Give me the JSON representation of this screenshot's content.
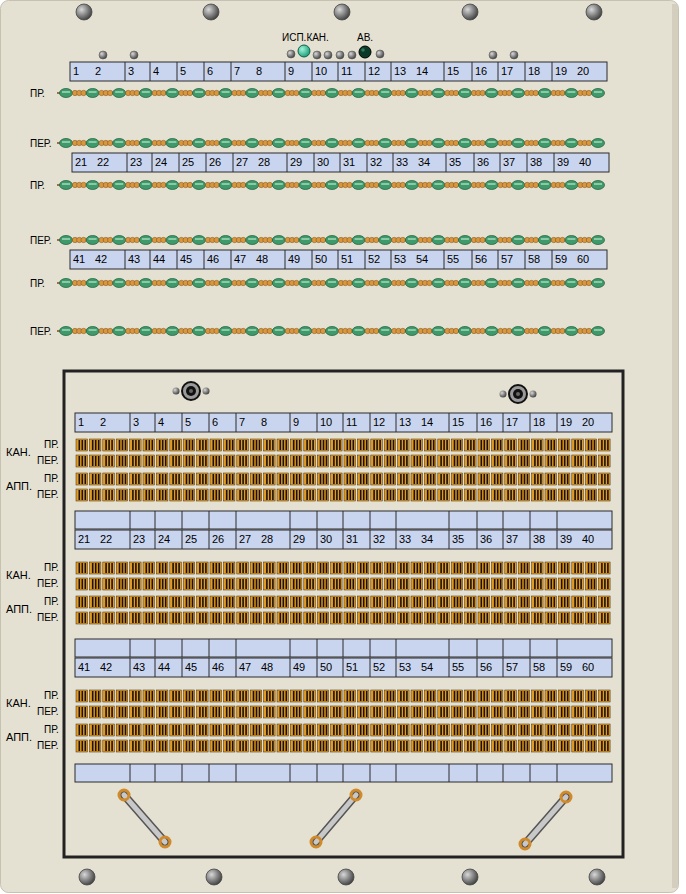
{
  "diagram": {
    "labels": [
      "ИСП.КАН.",
      "АВ.",
      "1",
      "2",
      "3",
      "4",
      "5",
      "6",
      "7",
      "8",
      "9",
      "10",
      "11",
      "12",
      "13",
      "14",
      "15",
      "16",
      "17",
      "18",
      "19",
      "20",
      "ПР.",
      "ПЕР.",
      "21",
      "22",
      "23",
      "24",
      "25",
      "26",
      "27",
      "28",
      "29",
      "30",
      "31",
      "32",
      "33",
      "34",
      "35",
      "36",
      "37",
      "38",
      "39",
      "40",
      "ПР.",
      "ПЕР.",
      "41",
      "42",
      "43",
      "44",
      "45",
      "46",
      "47",
      "48",
      "49",
      "50",
      "51",
      "52",
      "53",
      "54",
      "55",
      "56",
      "57",
      "58",
      "59",
      "60",
      "ПР.",
      "ПЕР.",
      "1",
      "2",
      "3",
      "4",
      "5",
      "6",
      "7",
      "8",
      "9",
      "10",
      "11",
      "12",
      "13",
      "14",
      "15",
      "16",
      "17",
      "18",
      "19",
      "20",
      "КАН.",
      "ПР.",
      "ПЕР.",
      "АПП.",
      "ПР.",
      "ПЕР.",
      "21",
      "22",
      "23",
      "24",
      "25",
      "26",
      "27",
      "28",
      "29",
      "30",
      "31",
      "32",
      "33",
      "34",
      "35",
      "36",
      "37",
      "38",
      "39",
      "40",
      "КАН.",
      "ПР.",
      "ПЕР.",
      "АПП.",
      "ПР.",
      "ПЕР.",
      "41",
      "42",
      "43",
      "44",
      "45",
      "46",
      "47",
      "48",
      "49",
      "50",
      "51",
      "52",
      "53",
      "54",
      "55",
      "56",
      "57",
      "58",
      "59",
      "60",
      "КАН.",
      "ПР.",
      "ПЕР.",
      "АПП.",
      "ПР.",
      "ПЕР."
    ]
  }
}
